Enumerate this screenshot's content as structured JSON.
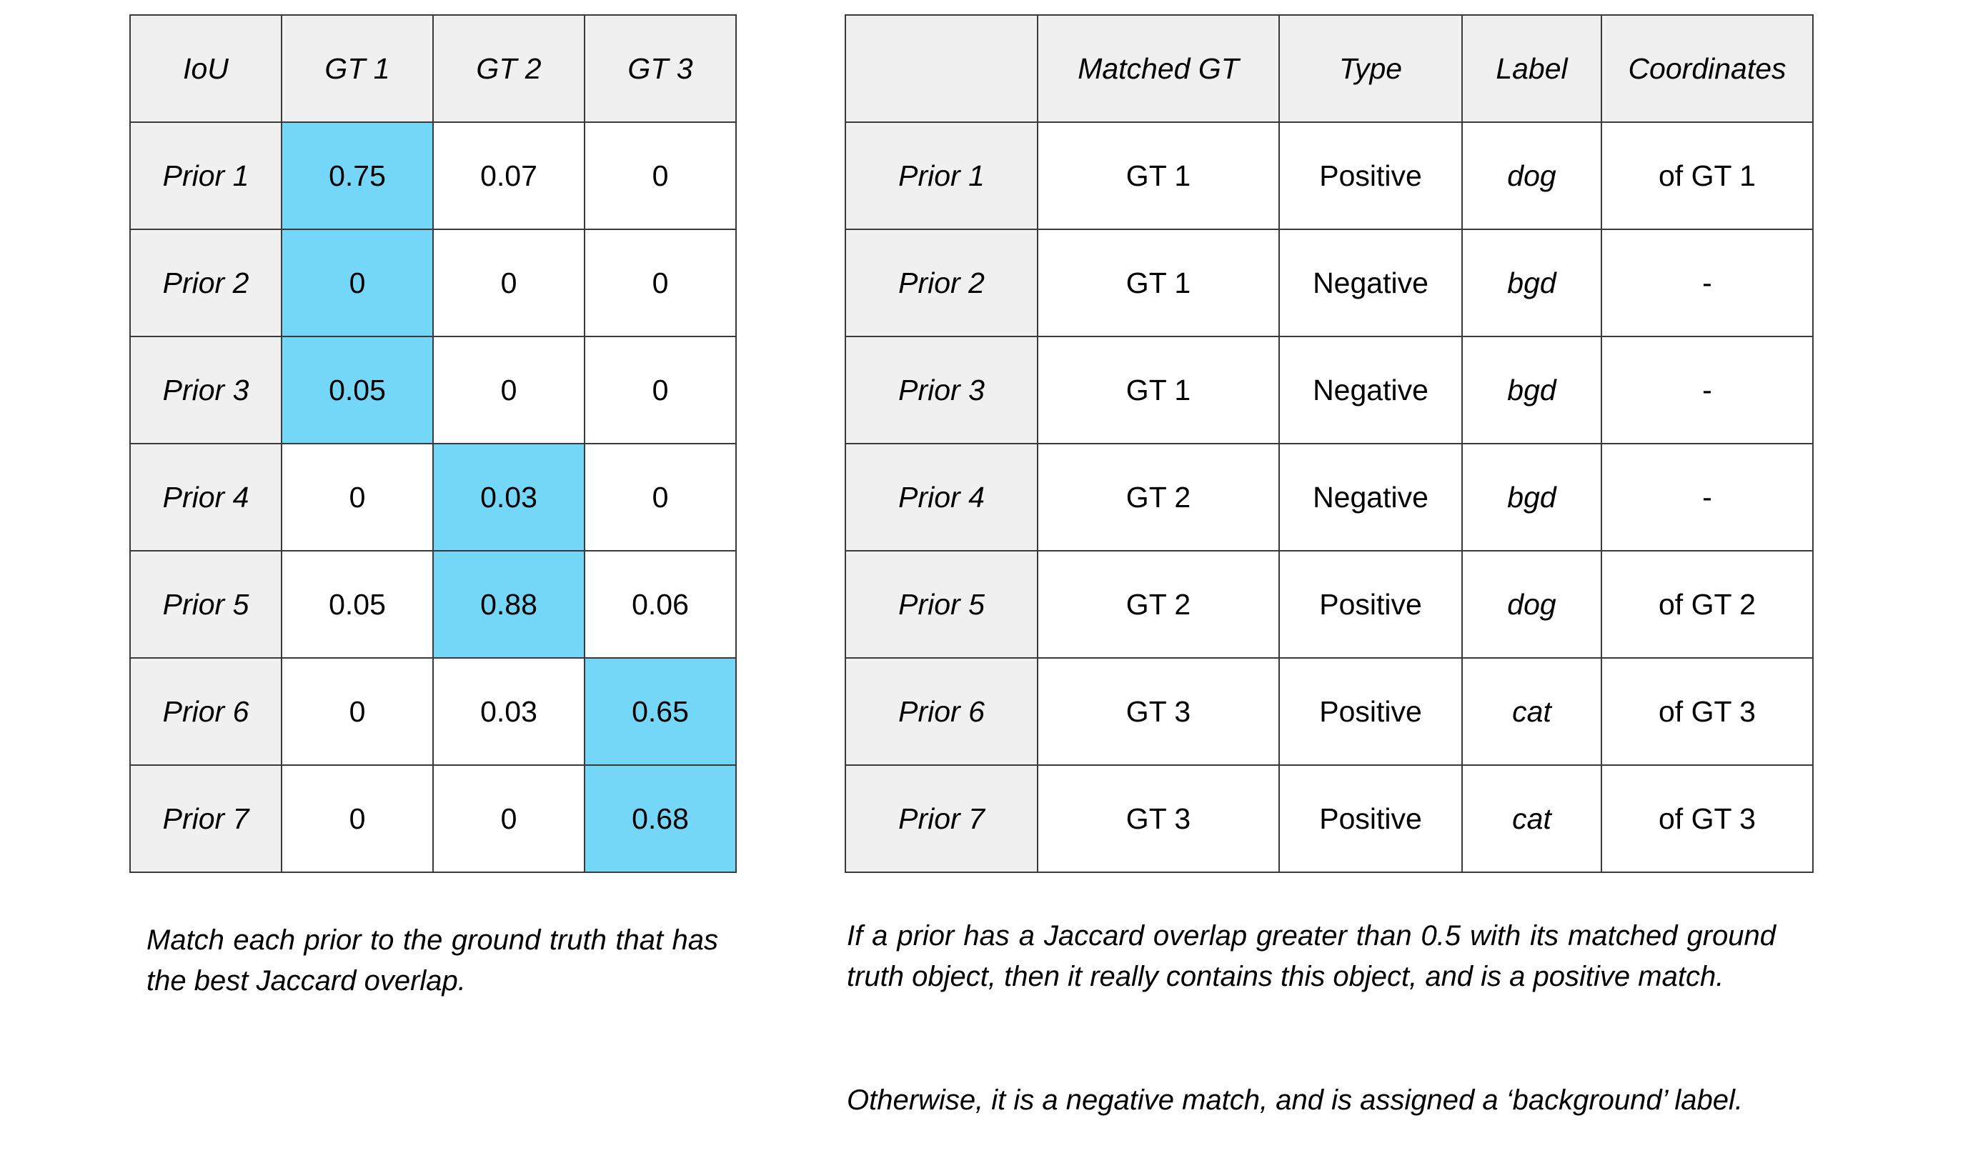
{
  "theme": {
    "highlight_color": "#74d7f7",
    "header_bg": "#f0f0f0",
    "border_color": "#3a3a3a",
    "text_color": "#000000",
    "page_bg": "#ffffff"
  },
  "iou_table": {
    "name": "IoU matrix of priors against ground truths",
    "corner_label": "IoU",
    "columns": [
      "GT 1",
      "GT 2",
      "GT 3"
    ],
    "rows": [
      {
        "label": "Prior 1",
        "values": [
          "0.75",
          "0.07",
          "0"
        ],
        "highlight": [
          true,
          false,
          false
        ]
      },
      {
        "label": "Prior 2",
        "values": [
          "0",
          "0",
          "0"
        ],
        "highlight": [
          true,
          false,
          false
        ]
      },
      {
        "label": "Prior 3",
        "values": [
          "0.05",
          "0",
          "0"
        ],
        "highlight": [
          true,
          false,
          false
        ]
      },
      {
        "label": "Prior 4",
        "values": [
          "0",
          "0.03",
          "0"
        ],
        "highlight": [
          false,
          true,
          false
        ]
      },
      {
        "label": "Prior 5",
        "values": [
          "0.05",
          "0.88",
          "0.06"
        ],
        "highlight": [
          false,
          true,
          false
        ]
      },
      {
        "label": "Prior 6",
        "values": [
          "0",
          "0.03",
          "0.65"
        ],
        "highlight": [
          false,
          false,
          true
        ]
      },
      {
        "label": "Prior 7",
        "values": [
          "0",
          "0",
          "0.68"
        ],
        "highlight": [
          false,
          false,
          true
        ]
      }
    ]
  },
  "match_table": {
    "name": "Prior match assignment table",
    "corner_label": "",
    "columns": [
      "Matched GT",
      "Type",
      "Label",
      "Coordinates"
    ],
    "rows": [
      {
        "label": "Prior 1",
        "matched_gt": "GT 1",
        "type": "Positive",
        "class_label": "dog",
        "coordinates": "of GT 1"
      },
      {
        "label": "Prior 2",
        "matched_gt": "GT 1",
        "type": "Negative",
        "class_label": "bgd",
        "coordinates": "-"
      },
      {
        "label": "Prior 3",
        "matched_gt": "GT 1",
        "type": "Negative",
        "class_label": "bgd",
        "coordinates": "-"
      },
      {
        "label": "Prior 4",
        "matched_gt": "GT 2",
        "type": "Negative",
        "class_label": "bgd",
        "coordinates": "-"
      },
      {
        "label": "Prior 5",
        "matched_gt": "GT 2",
        "type": "Positive",
        "class_label": "dog",
        "coordinates": "of GT 2"
      },
      {
        "label": "Prior 6",
        "matched_gt": "GT 3",
        "type": "Positive",
        "class_label": "cat",
        "coordinates": "of GT 3"
      },
      {
        "label": "Prior 7",
        "matched_gt": "GT 3",
        "type": "Positive",
        "class_label": "cat",
        "coordinates": "of GT 3"
      }
    ]
  },
  "captions": {
    "left": "Match each prior to the ground truth that has the best Jaccard overlap.",
    "right_1": "If a prior has a Jaccard overlap greater than 0.5 with its matched ground truth object, then it really contains this object, and is a positive match.",
    "right_2": "Otherwise, it is a negative match, and is assigned a ‘background’ label."
  }
}
